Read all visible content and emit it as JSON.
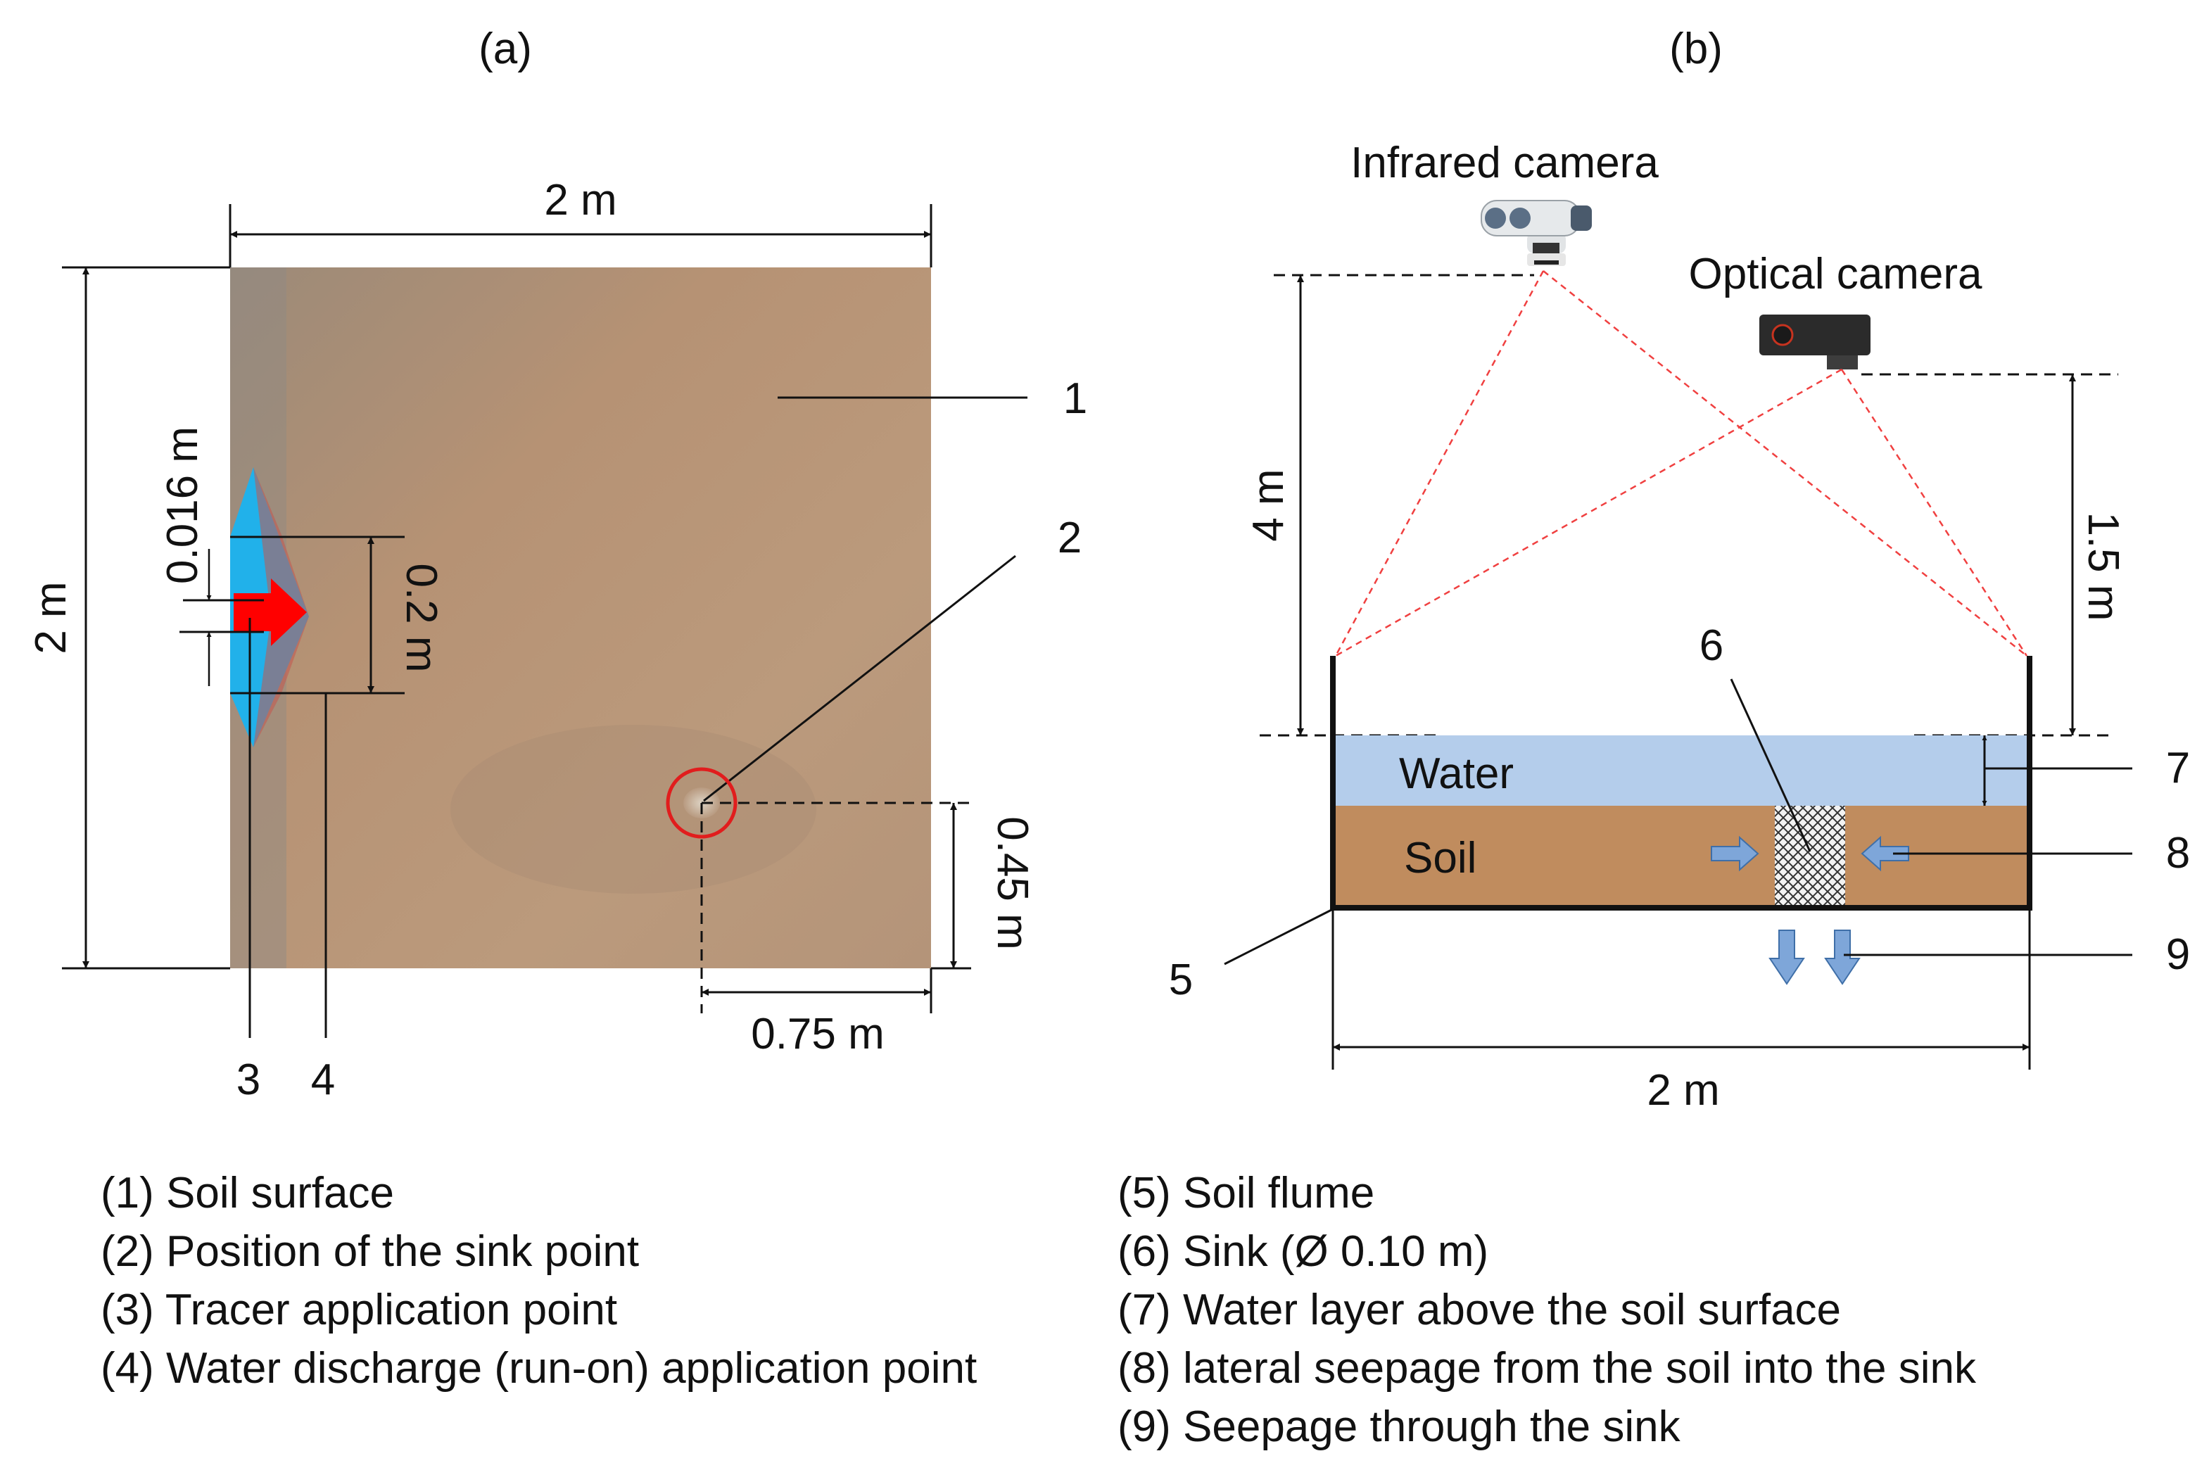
{
  "panel_a": {
    "label": "(a)",
    "width_dim": "2 m",
    "height_dim": "2 m",
    "inlet_dim": "0.016 m",
    "run_on_dim": "0.2 m",
    "sink_y_dim": "0.45 m",
    "sink_x_dim": "0.75 m",
    "callouts": [
      "1",
      "2",
      "3",
      "4"
    ],
    "colors": {
      "soil": "#b08a6e",
      "water_run_on": "#21b1ea",
      "tracer_arrow": "#ff0000",
      "sink_circle": "#e11d1d"
    }
  },
  "panel_b": {
    "label": "(b)",
    "infrared_camera": "Infrared camera",
    "optical_camera": "Optical camera",
    "height_ir": "4 m",
    "height_optical": "1.5 m",
    "water_label": "Water",
    "soil_label": "Soil",
    "width_dim": "2 m",
    "callouts": [
      "5",
      "6",
      "7",
      "8",
      "9"
    ],
    "colors": {
      "water": "#b4cdeb",
      "soil": "#c08c5e",
      "seepage_arrow": "#7ea6d9",
      "fov_lines": "#f04040"
    }
  },
  "legend_left": [
    "(1) Soil surface",
    "(2) Position of the sink point",
    "(3) Tracer application point",
    "(4) Water discharge (run-on) application point"
  ],
  "legend_right": [
    "(5) Soil flume",
    "(6) Sink (Ø 0.10 m)",
    "(7) Water layer above the soil surface",
    "(8) lateral seepage from the soil into the sink",
    "(9) Seepage through the sink"
  ]
}
